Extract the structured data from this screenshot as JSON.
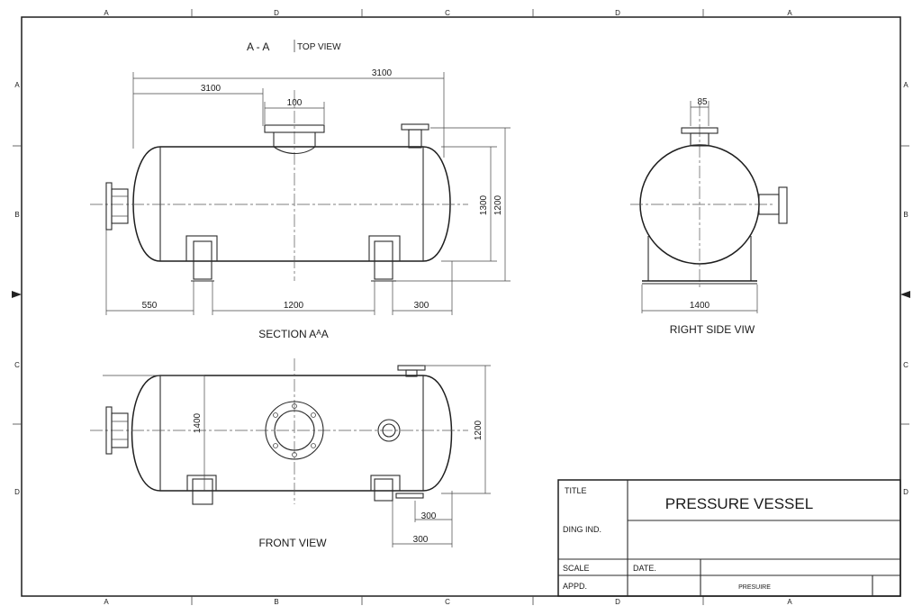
{
  "frame": {
    "zones_top": [
      "A",
      "D",
      "C",
      "D",
      "A"
    ],
    "zones_bottom": [
      "A",
      "B",
      "C",
      "D",
      "A"
    ],
    "zones_left": [
      "A",
      "B",
      "C",
      "D"
    ],
    "zones_right": [
      "A",
      "B",
      "C",
      "D"
    ]
  },
  "views": {
    "top": {
      "section_mark": "A - A",
      "label": "TOP VIEW",
      "dims": {
        "overall": "3100",
        "left": "3100",
        "nozzle": "100",
        "height_a": "1300",
        "height_b": "1200",
        "left_offset": "550",
        "saddle_span": "1200",
        "right_offset": "300"
      },
      "caption": "SECTION AᴬA"
    },
    "side": {
      "dims": {
        "nozzle": "85",
        "width": "1400"
      },
      "caption": "RIGHT SIDE VIW"
    },
    "front": {
      "dims": {
        "height": "1400",
        "right_height": "1200",
        "off_a": "300",
        "off_b": "300"
      },
      "caption": "FRONT VIEW"
    }
  },
  "title_block": {
    "title_label": "TITLE",
    "title": "PRESSURE VESSEL",
    "dwg_label": "DING IND.",
    "scale_label": "SCALE",
    "date_label": "DATE.",
    "appd_label": "APPD.",
    "note": "PRESUIRE"
  }
}
